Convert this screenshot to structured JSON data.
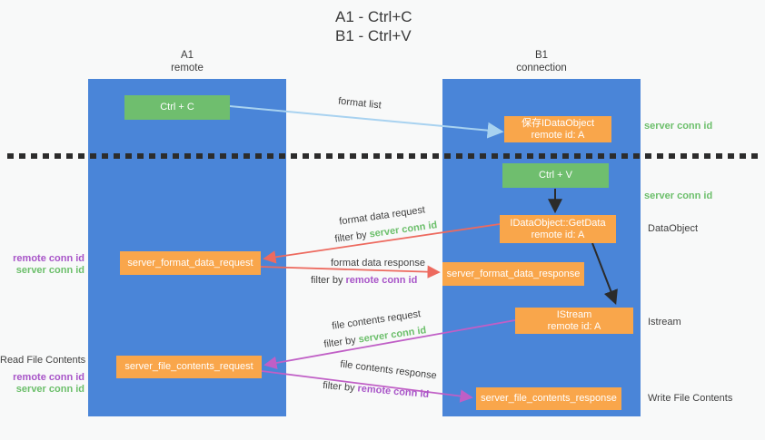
{
  "title": {
    "line1": "A1 - Ctrl+C",
    "line2": "B1 - Ctrl+V"
  },
  "lifelines": {
    "a1": {
      "name": "A1",
      "subtitle": "remote"
    },
    "b1": {
      "name": "B1",
      "subtitle": "connection"
    }
  },
  "nodes": {
    "ctrl_c": {
      "label": "Ctrl + C"
    },
    "save_idataobject": {
      "title": "保存IDataObject",
      "subtitle": "remote id: A"
    },
    "ctrl_v": {
      "label": "Ctrl + V"
    },
    "getdata": {
      "title": "IDataObject::GetData",
      "subtitle": "remote id: A"
    },
    "format_request": {
      "label": "server_format_data_request"
    },
    "format_response": {
      "label": "server_format_data_response"
    },
    "istream": {
      "title": "IStream",
      "subtitle": "remote id: A"
    },
    "file_request": {
      "label": "server_file_contents_request"
    },
    "file_response": {
      "label": "server_file_contents_response"
    }
  },
  "edges": {
    "format_list": "format list",
    "format_data_request": "format data request",
    "format_data_response": "format data response",
    "file_contents_request": "file contents request",
    "file_contents_response": "file contents response",
    "filter_by": "filter by"
  },
  "labels": {
    "server_conn_id": "server conn id",
    "remote_conn_id": "remote conn id",
    "dataobject": "DataObject",
    "istream": "Istream",
    "read_file_contents": "Read File Contents",
    "write_file_contents": "Write File Contents"
  },
  "colors": {
    "column_blue": "#4a85d8",
    "box_orange": "#f9a64b",
    "box_green": "#6fbe6e",
    "arrow_light_blue": "#a8d2f0",
    "arrow_red": "#ed6a5f",
    "arrow_magenta": "#c05fc6",
    "arrow_black": "#2b2b2b",
    "text_green": "#6cbf6b",
    "text_purple": "#a855c8",
    "text_dark": "#3f3f3f"
  }
}
